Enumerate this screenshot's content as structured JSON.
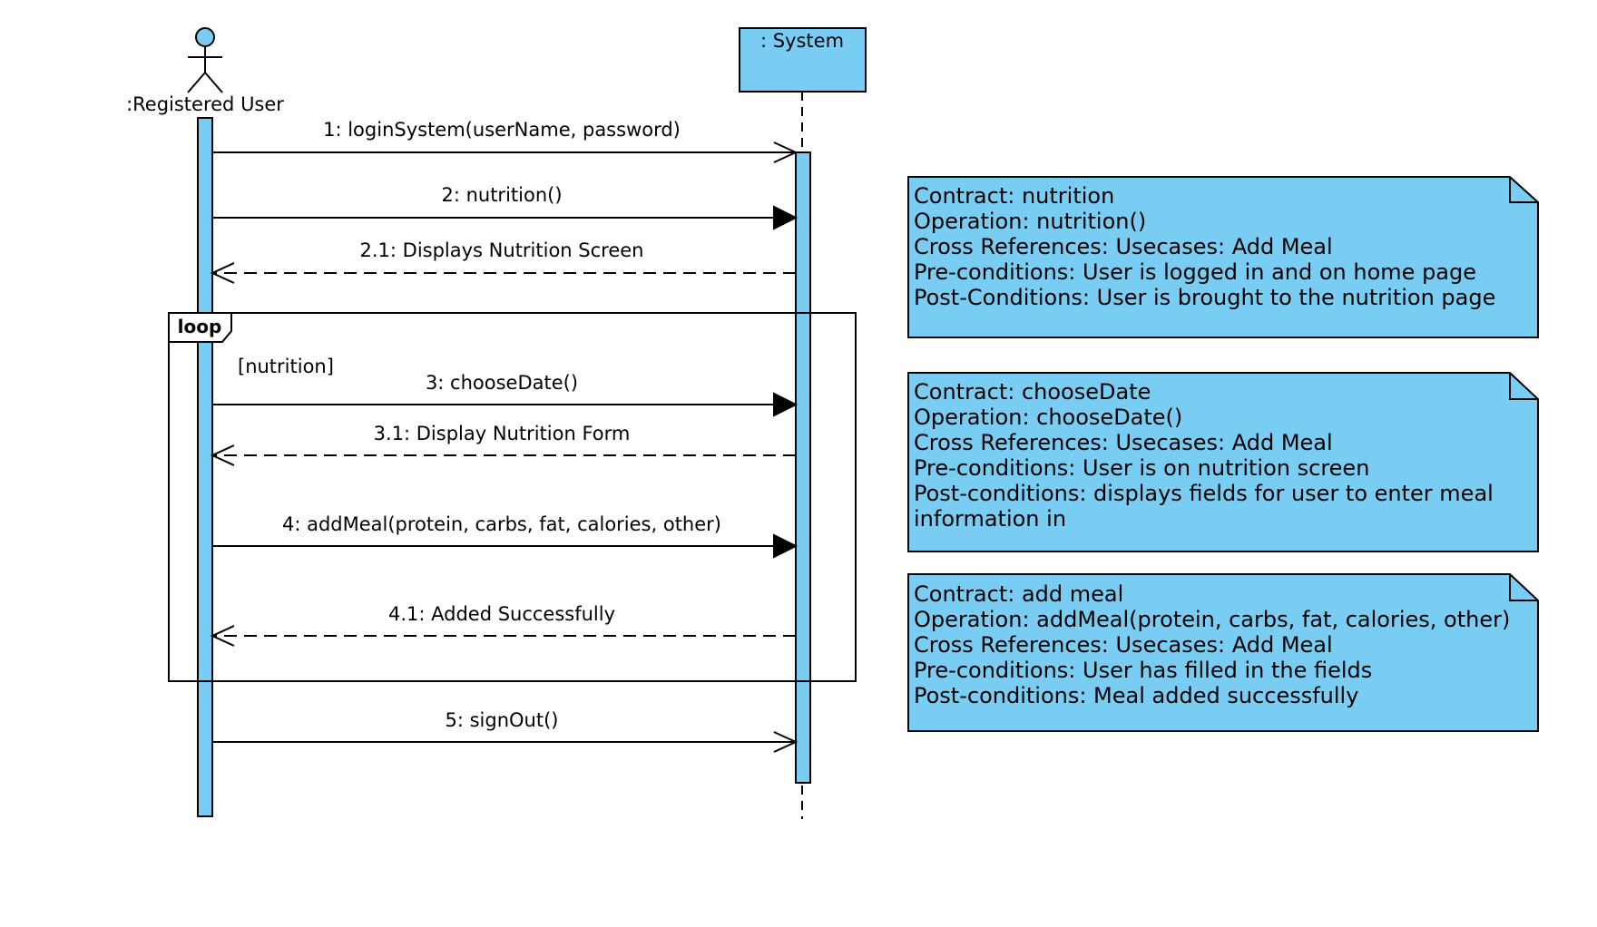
{
  "colors": {
    "fill": "#79cdf3",
    "stroke": "#000000",
    "background": "#ffffff"
  },
  "actor": {
    "label": ":Registered User",
    "icon": "stick-figure-icon"
  },
  "system": {
    "label": ": System"
  },
  "messages": [
    {
      "label": "1: loginSystem(userName, password)",
      "kind": "async"
    },
    {
      "label": "2: nutrition()",
      "kind": "sync"
    },
    {
      "label": "2.1: Displays Nutrition Screen",
      "kind": "return"
    },
    {
      "label": "3: chooseDate()",
      "kind": "sync"
    },
    {
      "label": "3.1: Display Nutrition Form",
      "kind": "return"
    },
    {
      "label": "4: addMeal(protein, carbs, fat, calories, other)",
      "kind": "sync"
    },
    {
      "label": "4.1: Added Successfully",
      "kind": "return"
    },
    {
      "label": "5: signOut()",
      "kind": "async"
    }
  ],
  "loop": {
    "label": "loop",
    "guard": "[nutrition]"
  },
  "notes": [
    {
      "lines": [
        "Contract: nutrition",
        "Operation: nutrition()",
        "Cross References: Usecases: Add Meal",
        "Pre-conditions: User is logged in and on home page",
        "Post-Conditions: User is brought to the nutrition page"
      ]
    },
    {
      "lines": [
        "Contract: chooseDate",
        "Operation: chooseDate()",
        "Cross References: Usecases: Add Meal",
        "Pre-conditions: User is on nutrition screen",
        "Post-conditions: displays fields for user to enter meal",
        "information in"
      ]
    },
    {
      "lines": [
        "Contract: add meal",
        "Operation: addMeal(protein, carbs, fat, calories, other)",
        "Cross References: Usecases: Add Meal",
        "Pre-conditions: User has filled in the fields",
        "Post-conditions: Meal added successfully"
      ]
    }
  ]
}
